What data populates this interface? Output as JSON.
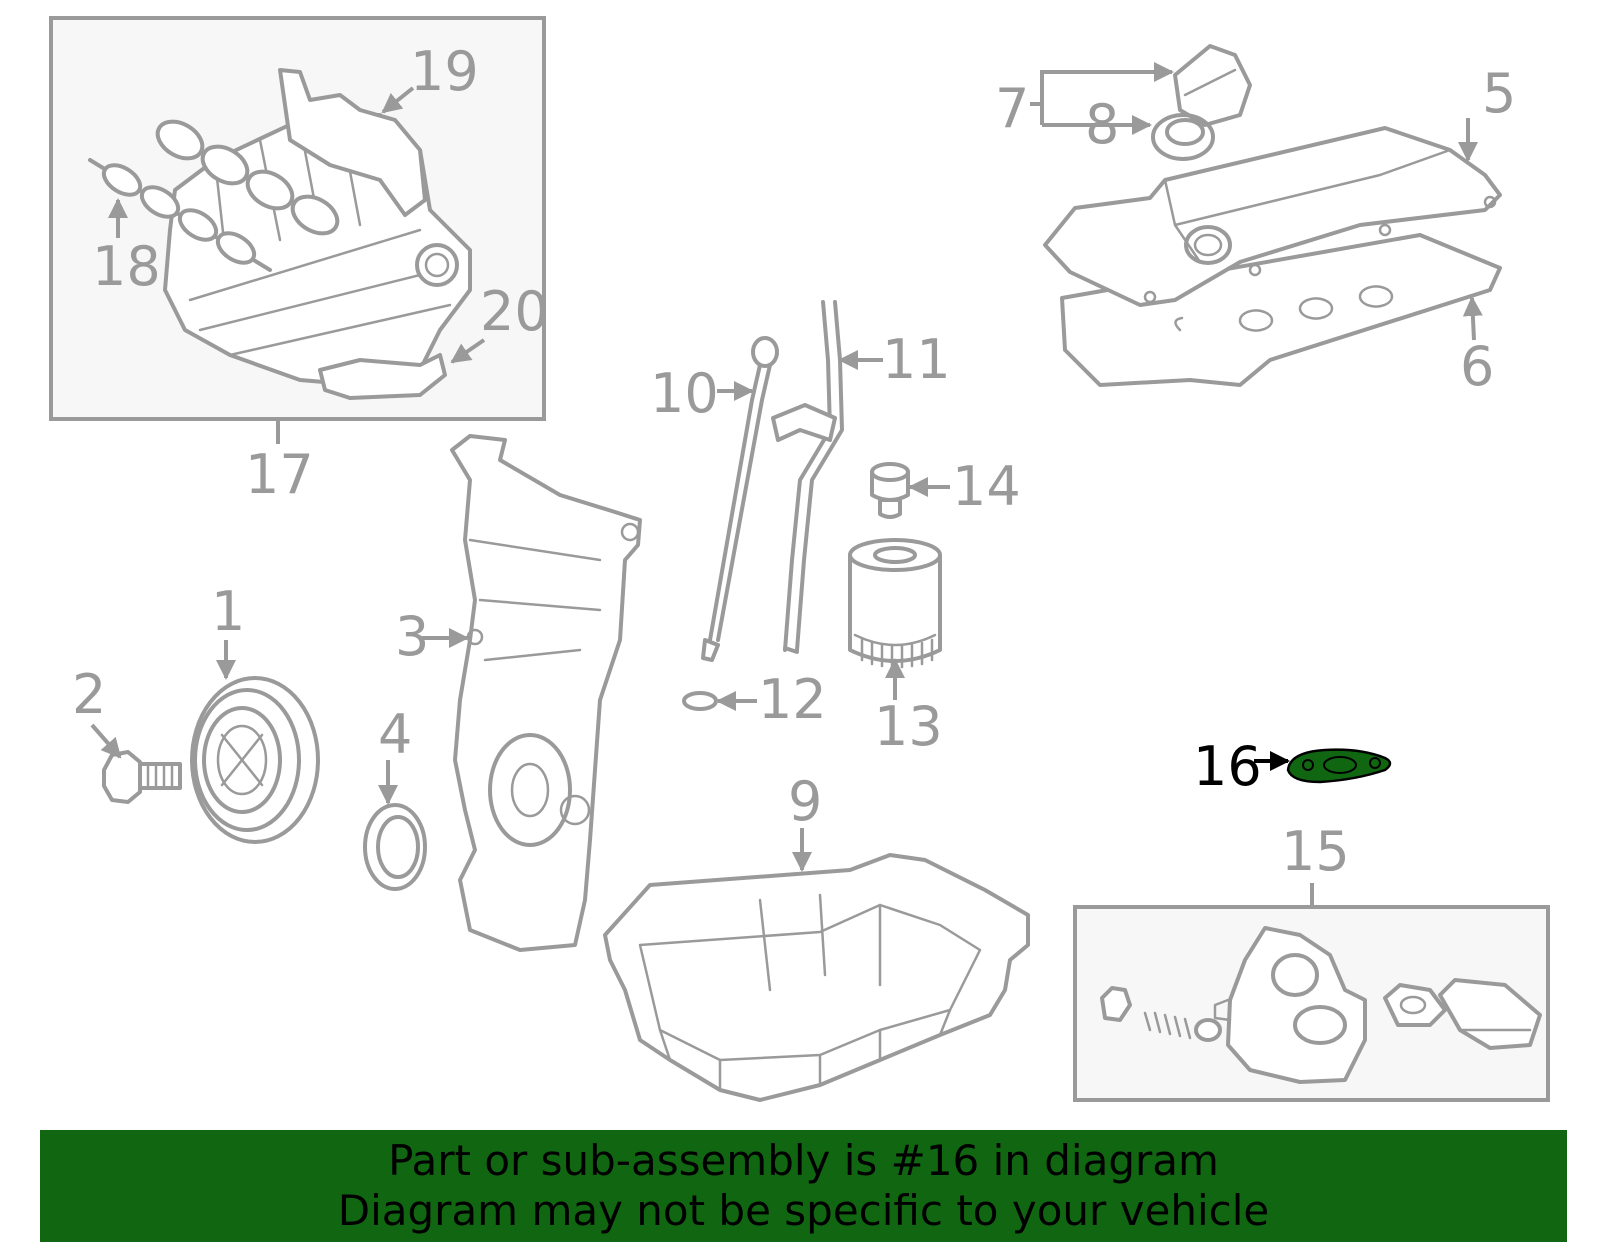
{
  "callouts": {
    "c1": "1",
    "c2": "2",
    "c3": "3",
    "c4": "4",
    "c5": "5",
    "c6": "6",
    "c7": "7",
    "c8": "8",
    "c9": "9",
    "c10": "10",
    "c11": "11",
    "c12": "12",
    "c13": "13",
    "c14": "14",
    "c15": "15",
    "c16": "16",
    "c17": "17",
    "c18": "18",
    "c19": "19",
    "c20": "20"
  },
  "highlight": {
    "callout": "16",
    "color": "#116611"
  },
  "banner": {
    "line1": "Part or sub-assembly is #16 in diagram",
    "line2": "Diagram may not be specific to your vehicle",
    "background": "#116611"
  },
  "colors": {
    "line_art": "#9a9a9a",
    "highlight_fill": "#116611"
  }
}
